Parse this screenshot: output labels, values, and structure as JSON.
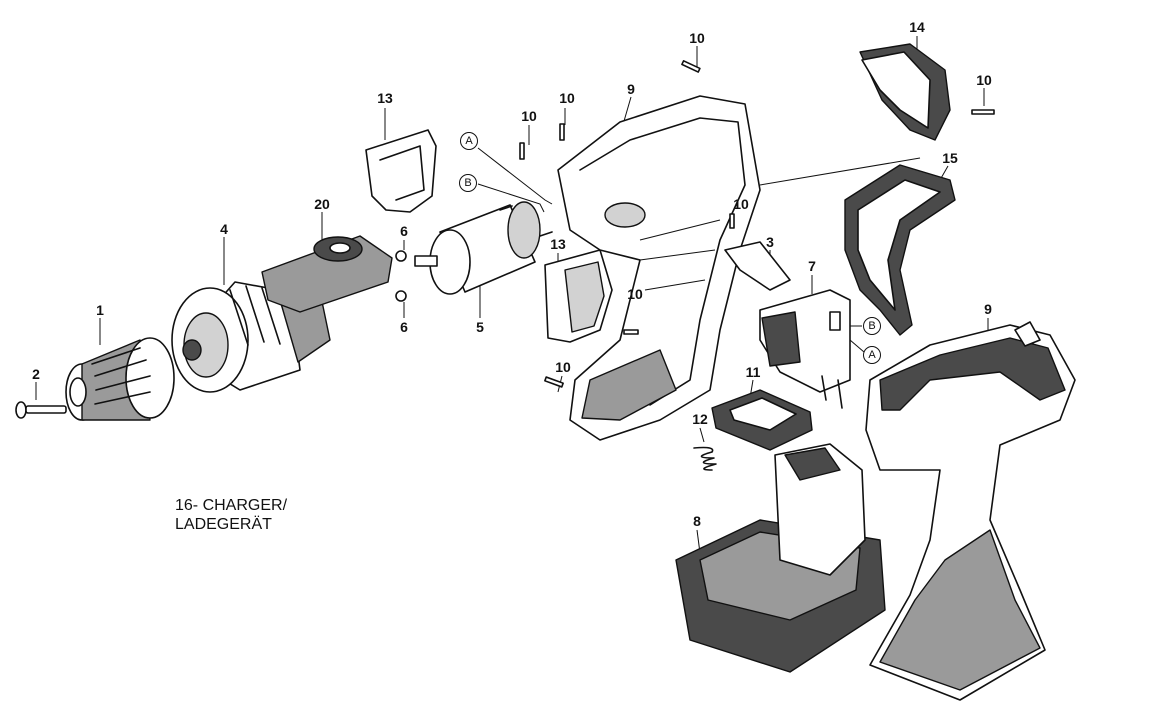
{
  "parts": [
    {
      "id": "p1",
      "label": "1"
    },
    {
      "id": "p2",
      "label": "2"
    },
    {
      "id": "p3",
      "label": "3"
    },
    {
      "id": "p4",
      "label": "4"
    },
    {
      "id": "p5",
      "label": "5"
    },
    {
      "id": "p6a",
      "label": "6"
    },
    {
      "id": "p6b",
      "label": "6"
    },
    {
      "id": "p7",
      "label": "7"
    },
    {
      "id": "p8",
      "label": "8"
    },
    {
      "id": "p9a",
      "label": "9"
    },
    {
      "id": "p9b",
      "label": "9"
    },
    {
      "id": "p10a",
      "label": "10"
    },
    {
      "id": "p10b",
      "label": "10"
    },
    {
      "id": "p10c",
      "label": "10"
    },
    {
      "id": "p10d",
      "label": "10"
    },
    {
      "id": "p10e",
      "label": "10"
    },
    {
      "id": "p10f",
      "label": "10"
    },
    {
      "id": "p10g",
      "label": "10"
    },
    {
      "id": "p11",
      "label": "11"
    },
    {
      "id": "p12",
      "label": "12"
    },
    {
      "id": "p13a",
      "label": "13"
    },
    {
      "id": "p13b",
      "label": "13"
    },
    {
      "id": "p14",
      "label": "14"
    },
    {
      "id": "p15",
      "label": "15"
    },
    {
      "id": "p20",
      "label": "20"
    }
  ],
  "refs": [
    {
      "id": "rA1",
      "label": "A"
    },
    {
      "id": "rB1",
      "label": "B"
    },
    {
      "id": "rB2",
      "label": "B"
    },
    {
      "id": "rA2",
      "label": "A"
    }
  ],
  "note": {
    "line1": "16- CHARGER/",
    "line2": "LADEGERÄT"
  }
}
